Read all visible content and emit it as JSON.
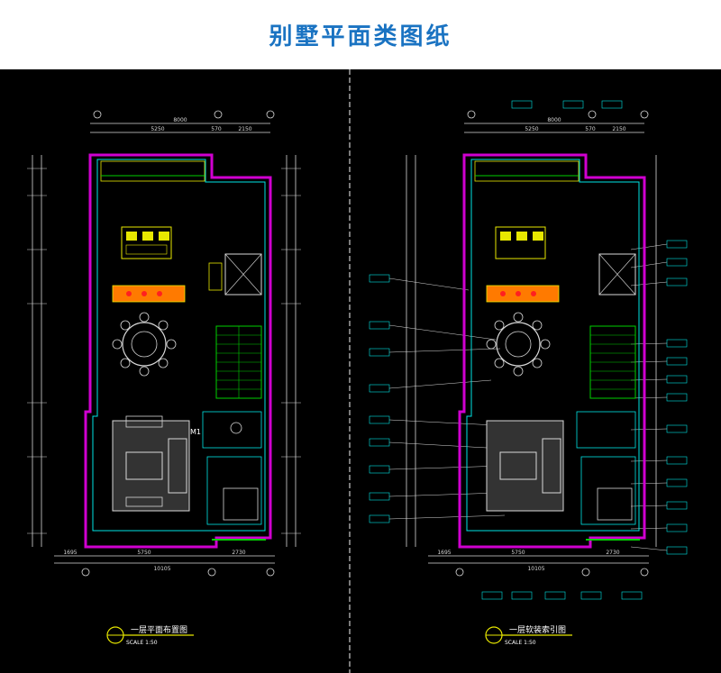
{
  "header": {
    "title": "别墅平面类图纸"
  },
  "drawings": [
    {
      "title": "一层平面布置图",
      "scale": "SCALE 1:50",
      "tag": "M1",
      "dims_top": [
        "8000",
        "5250",
        "570",
        "2150"
      ],
      "dims_bottom": [
        "1695",
        "5750",
        "2730",
        "10105"
      ]
    },
    {
      "title": "一层软装索引图",
      "scale": "SCALE 1:50",
      "dims_top": [
        "8000",
        "5250",
        "570",
        "2150"
      ],
      "dims_bottom": [
        "1695",
        "5750",
        "2730",
        "10105"
      ]
    }
  ],
  "colors": {
    "background": "#000000",
    "title_blue": "#1a73c2",
    "wall_magenta": "#d000d0",
    "line_cyan": "#00e5e5",
    "line_yellow": "#e8e800",
    "line_green": "#00d000",
    "line_white": "#d8d8d8",
    "orange": "#ff7a00",
    "red": "#ff2020"
  }
}
